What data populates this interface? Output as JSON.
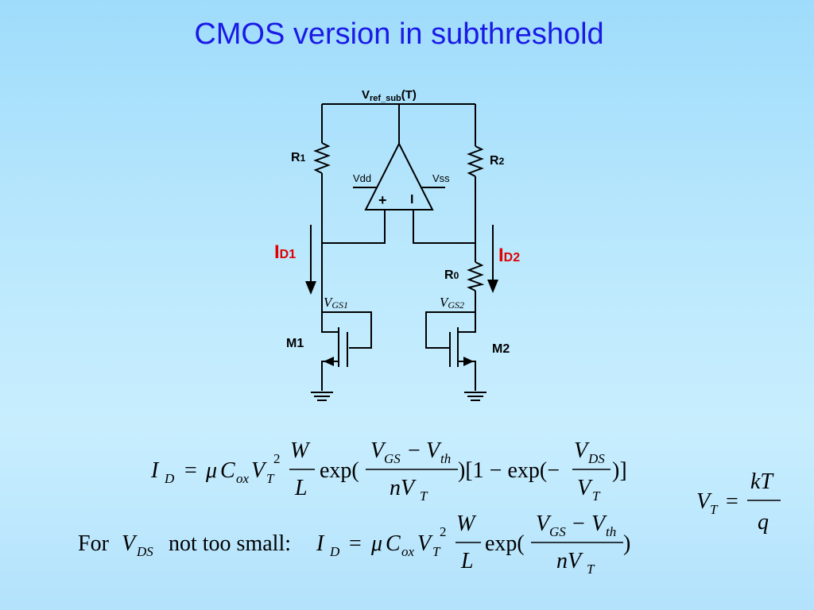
{
  "slide": {
    "title": "CMOS version in subthreshold"
  },
  "circuit": {
    "vref_main": "V",
    "vref_sub": "ref_sub",
    "vref_arg": "(T)",
    "r1_main": "R",
    "r1_sub": "1",
    "r2_main": "R",
    "r2_sub": "2",
    "r0_main": "R",
    "r0_sub": "0",
    "vdd": "Vdd",
    "vss": "Vss",
    "opamp_plus": "+",
    "opamp_minus": "I",
    "id1_main": "I",
    "id1_sub": "D1",
    "id2_main": "I",
    "id2_sub": "D2",
    "vgs1_main": "V",
    "vgs1_sub": "GS1",
    "vgs2_main": "V",
    "vgs2_sub": "GS2",
    "m1": "M1",
    "m2": "M2"
  },
  "equations": {
    "eq1": {
      "lhs_main": "I",
      "lhs_sub": "D",
      "equals": "=",
      "mu": "μ",
      "c_main": "C",
      "c_sub": "ox",
      "vt_main": "V",
      "vt_sub": "T",
      "vt_exp": "2",
      "frac_w": "W",
      "frac_l": "L",
      "exp_open": "exp(",
      "num_v1": "V",
      "num_v1_sub": "GS",
      "num_minus": "−",
      "num_v2": "V",
      "num_v2_sub": "th",
      "den_n": "nV",
      "den_sub": "T",
      "mid": ")[1 − exp(−",
      "vds_main": "V",
      "vds_sub": "DS",
      "vt2_main": "V",
      "vt2_sub": "T",
      "close": ")]"
    },
    "eq2": {
      "prefix": "For",
      "vds_main": "V",
      "vds_sub": "DS",
      "middle": "not too small:",
      "lhs_main": "I",
      "lhs_sub": "D",
      "equals": "=",
      "mu": "μ",
      "c_main": "C",
      "c_sub": "ox",
      "vt_main": "V",
      "vt_sub": "T",
      "vt_exp": "2",
      "frac_w": "W",
      "frac_l": "L",
      "exp_open": "exp(",
      "num_v1": "V",
      "num_v1_sub": "GS",
      "num_minus": "−",
      "num_v2": "V",
      "num_v2_sub": "th",
      "den_n": "nV",
      "den_sub": "T",
      "close": ")"
    },
    "eq3": {
      "lhs_main": "V",
      "lhs_sub": "T",
      "equals": "=",
      "num": "kT",
      "den": "q"
    }
  }
}
